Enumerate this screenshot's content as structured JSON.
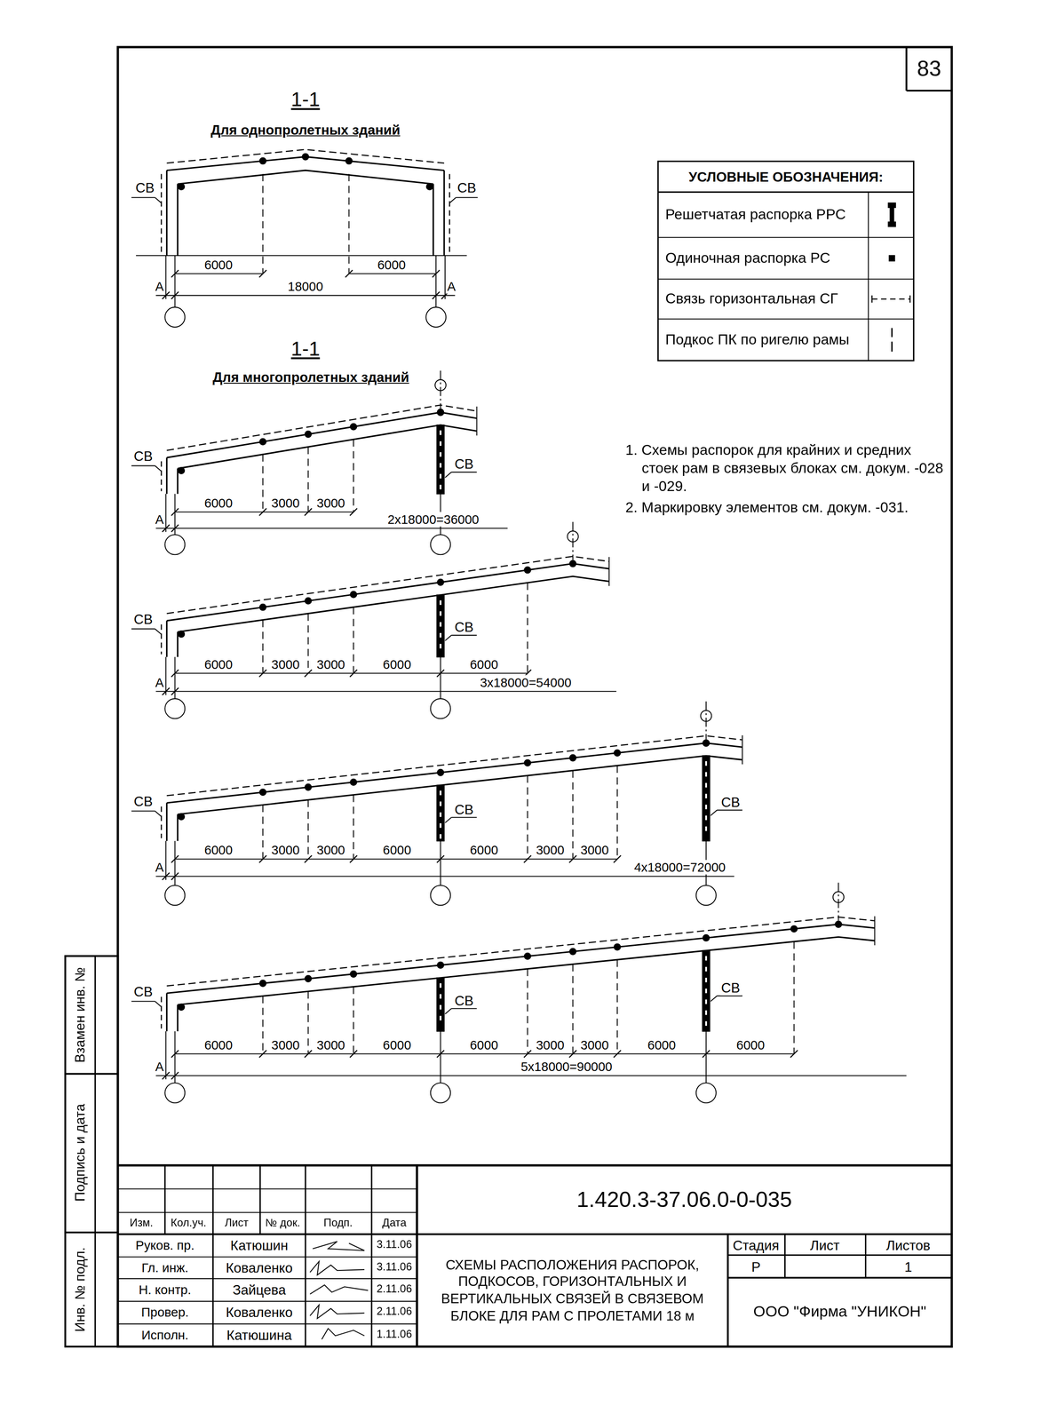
{
  "diagram": {
    "nodes": [
      {
        "text": [
          "83"
        ]
      },
      {
        "text": [
          "1.420.3-37.06.0-0-035"
        ]
      },
      {
        "text": [
          "СХЕМЫ РАСПОЛОЖЕНИЯ РАСПОРОК, ПОДКОСОВ, ГОРИЗОНТАЛЬНЫХ И ВЕРТИКАЛЬНЫХ СВЯЗЕЙ В СВЯЗЕВОМ БЛОКЕ ДЛЯ РАМ С ПРОЛЕТАМИ 18 м"
        ]
      },
      {
        "text": [
          "ООО \"Фирма \"УНИКОН\""
        ]
      }
    ],
    "labels": [
      "1-1",
      "Для однопролетных зданий",
      "СВ",
      "СВ",
      "6000",
      "6000",
      "18000",
      "А",
      "А",
      "1-1",
      "Для многопролетных зданий",
      "СВ",
      "СВ",
      "6000",
      "3000",
      "3000",
      "2x18000=36000",
      "А",
      "СВ",
      "СВ",
      "6000",
      "3000",
      "3000",
      "6000",
      "6000",
      "3x18000=54000",
      "А",
      "СВ",
      "СВ",
      "СВ",
      "6000",
      "3000",
      "3000",
      "6000",
      "6000",
      "3000",
      "3000",
      "4x18000=72000",
      "А",
      "СВ",
      "СВ",
      "СВ",
      "6000",
      "3000",
      "3000",
      "6000",
      "6000",
      "3000",
      "3000",
      "6000",
      "6000",
      "5x18000=90000",
      "А",
      "УСЛОВНЫЕ ОБОЗНАЧЕНИЯ:",
      "1. Схемы распорок для крайних и средних стоек рам в связевых блоках см. докум. -028 и -029.",
      "2. Маркировку элементов см. докум. -031.",
      "Взамен инв. №",
      "Подпись и дата",
      "Инв. № подл.",
      "Изм.",
      "Кол.уч.",
      "Лист",
      "№ док.",
      "Подп.",
      "Дата",
      "Руков. пр.",
      "Катюшин",
      "3.11.06",
      "Гл. инж.",
      "Коваленко",
      "3.11.06",
      "Н. контр.",
      "Зайцева",
      "2.11.06",
      "Провер.",
      "Коваленко",
      "2.11.06",
      "Исполн.",
      "Катюшина",
      "1.11.06",
      "Стадия",
      "Лист",
      "Листов",
      "Р",
      "1"
    ],
    "legend": [
      {
        "text": "Решетчатая распорка РРС"
      },
      {
        "text": "Одиночная распорка РС"
      },
      {
        "text": "Связь горизонтальная СГ"
      },
      {
        "text": "Подкос ПК по ригелю рамы"
      }
    ]
  }
}
